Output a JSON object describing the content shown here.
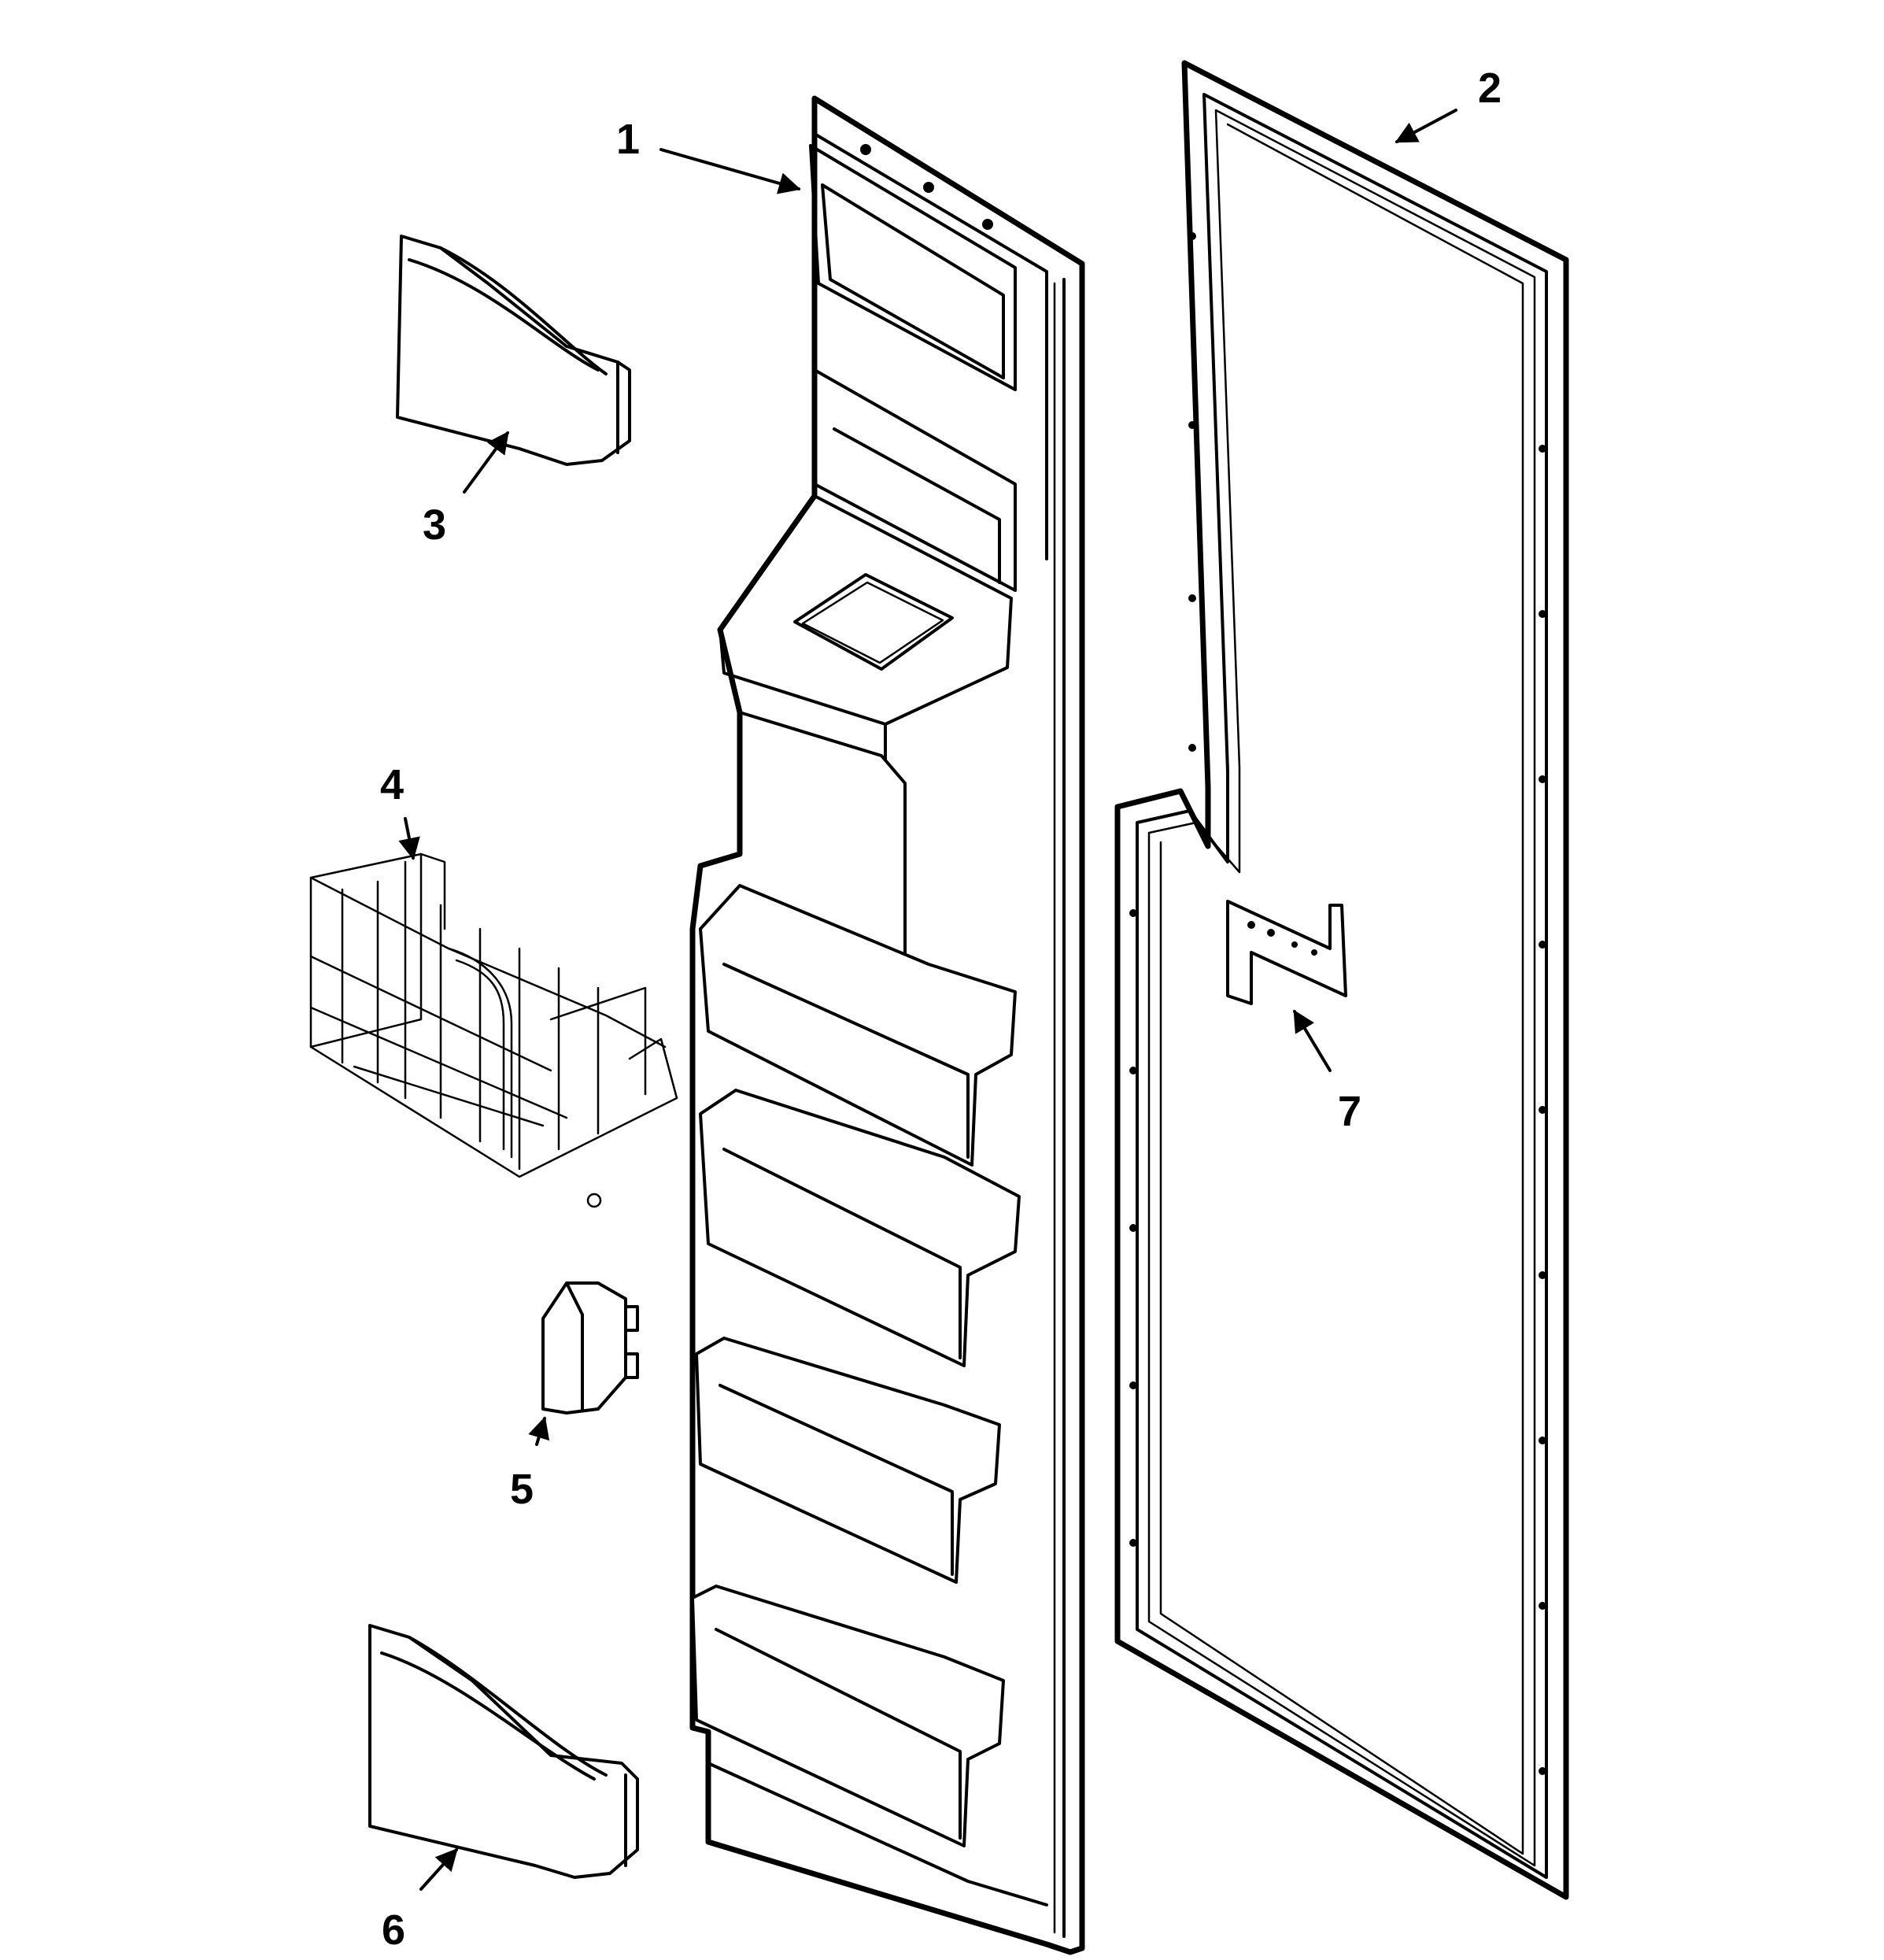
{
  "diagram": {
    "callouts": [
      {
        "id": "1",
        "label": "1"
      },
      {
        "id": "2",
        "label": "2"
      },
      {
        "id": "3",
        "label": "3"
      },
      {
        "id": "4",
        "label": "4"
      },
      {
        "id": "5",
        "label": "5"
      },
      {
        "id": "6",
        "label": "6"
      },
      {
        "id": "7",
        "label": "7"
      }
    ],
    "colors": {
      "ink": "#000000",
      "paper": "#ffffff"
    }
  }
}
